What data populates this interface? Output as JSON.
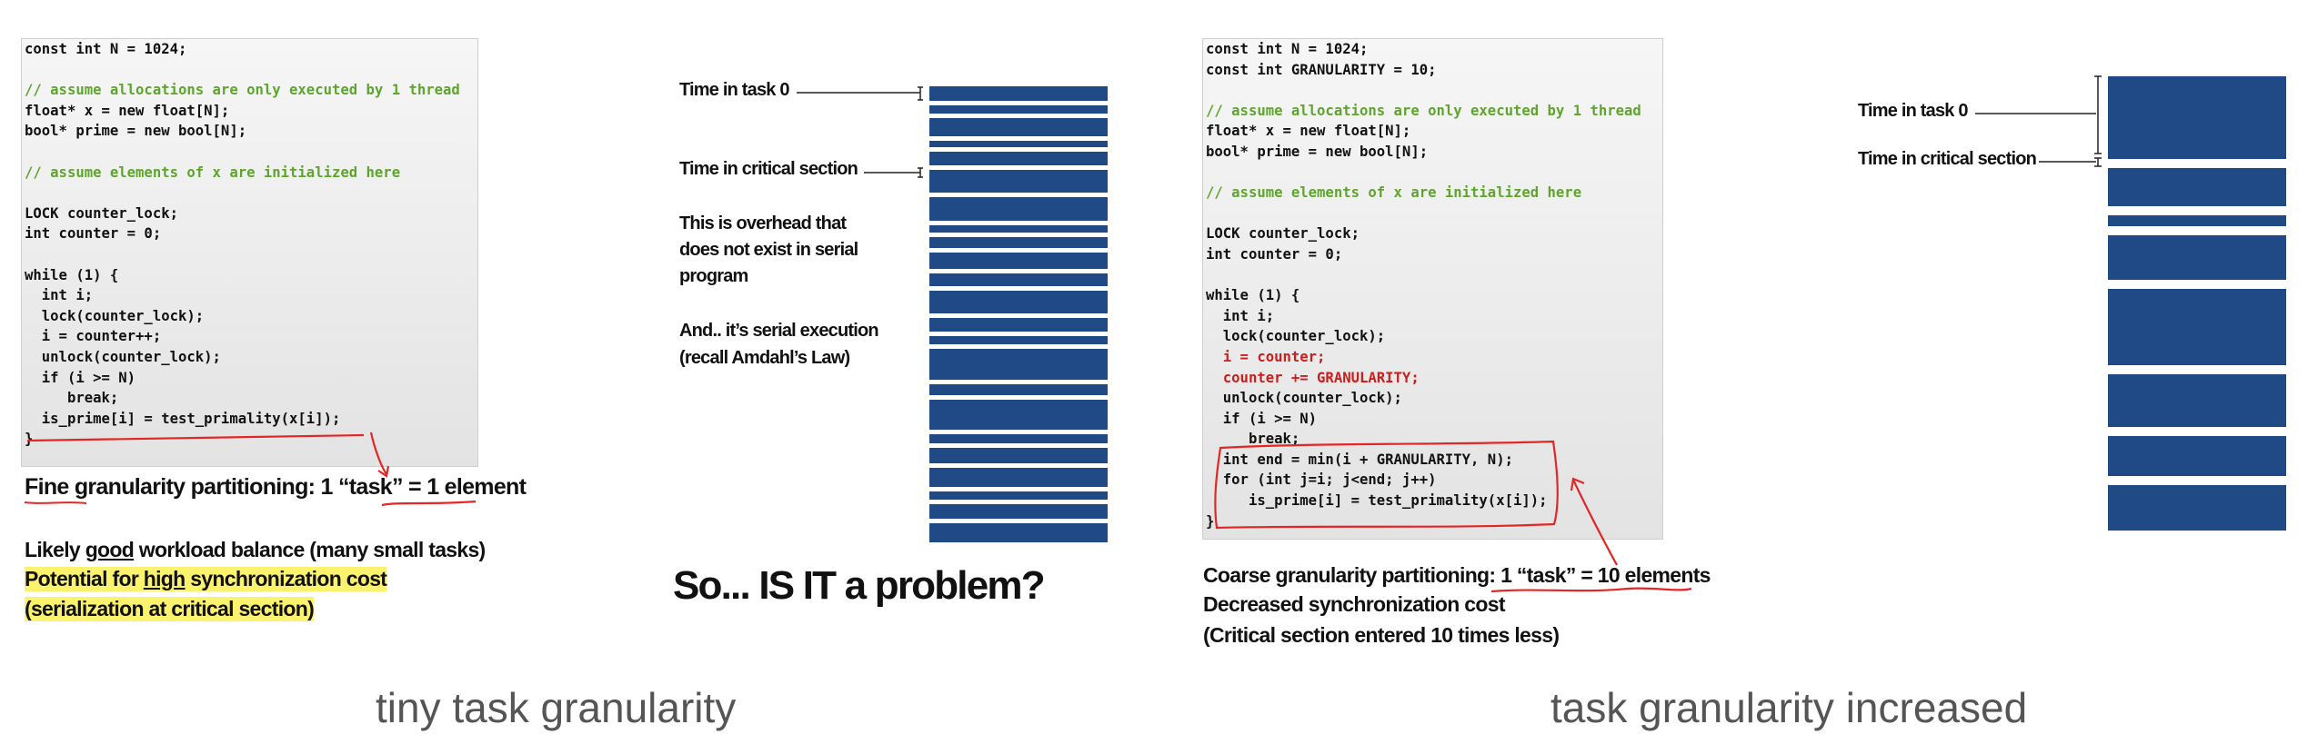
{
  "left": {
    "code": {
      "l1": "const int N = 1024;",
      "c1": "// assume allocations are only executed by 1 thread",
      "l2": "float* x = new float[N];",
      "l3": "bool* prime = new bool[N];",
      "c2": "// assume elements of x are initialized here",
      "l4": "LOCK counter_lock;",
      "l5": "int counter = 0;",
      "l6": "while (1) {",
      "l7": "  int i;",
      "l8": "  lock(counter_lock);",
      "l9": "  i = counter++;",
      "l10": "  unlock(counter_lock);",
      "l11": "  if (i >= N)",
      "l12": "     break;",
      "l13": "  is_prime[i] = test_primality(x[i]);",
      "l14": "}"
    },
    "heading": "Fine granularity partitioning: 1 “task” = 1 element",
    "line1_pre": "Likely ",
    "line1_em": "good",
    "line1_post": " workload balance (many small tasks)",
    "line2_pre": "Potential for ",
    "line2_em": "high",
    "line2_post": " synchronization cost",
    "line3": "(serialization at critical section)",
    "caption": "tiny task granularity"
  },
  "middle": {
    "label_task0": "Time in task 0",
    "label_critical": "Time in critical section",
    "overhead": [
      "This is overhead that",
      "does not exist in serial",
      "program"
    ],
    "serial": [
      "And.. it’s serial execution",
      "(recall Amdahl’s Law)"
    ],
    "question": "So... IS IT a problem?"
  },
  "right": {
    "code": {
      "l1": "const int N = 1024;",
      "l2": "const int GRANULARITY = 10;",
      "c1": "// assume allocations are only executed by 1 thread",
      "l3": "float* x = new float[N];",
      "l4": "bool* prime = new bool[N];",
      "c2": "// assume elements of x are initialized here",
      "l5": "LOCK counter_lock;",
      "l6": "int counter = 0;",
      "l7": "while (1) {",
      "l8": "  int i;",
      "l9": "  lock(counter_lock);",
      "r1": "  i = counter;",
      "r2": "  counter += GRANULARITY;",
      "l10": "  unlock(counter_lock);",
      "l11": "  if (i >= N)",
      "l12": "     break;",
      "l13": "  int end = min(i + GRANULARITY, N);",
      "l14": "  for (int j=i; j<end; j++)",
      "l15": "     is_prime[i] = test_primality(x[i]);",
      "l16": "}"
    },
    "heading_pre": "Coarse granularity partitioning: ",
    "heading_em": "1 “task” = 10 elements",
    "line1": "Decreased synchronization cost",
    "line2": "(Critical section entered 10 times less)",
    "label_task0": "Time in task 0",
    "label_critical": "Time in critical section",
    "caption": "task granularity increased"
  },
  "colors": {
    "bar": "#1f4a86",
    "comment": "#5fa52d",
    "highlight": "#fbf36d",
    "annotation": "#e32626"
  }
}
